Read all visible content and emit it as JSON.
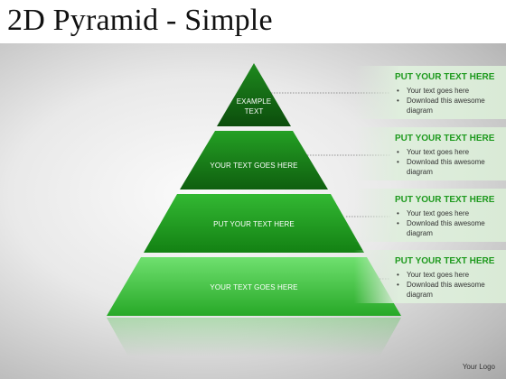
{
  "title": "2D Pyramid - Simple",
  "tiers": [
    {
      "label_line1": "EXAMPLE",
      "label_line2": "TEXT"
    },
    {
      "label": "YOUR TEXT GOES HERE"
    },
    {
      "label": "PUT YOUR TEXT HERE"
    },
    {
      "label": "YOUR TEXT GOES HERE"
    }
  ],
  "panels": [
    {
      "heading": "PUT YOUR TEXT HERE",
      "bullets": [
        "Your text goes here",
        "Download this awesome diagram"
      ]
    },
    {
      "heading": "PUT YOUR TEXT HERE",
      "bullets": [
        "Your text goes here",
        "Download this awesome diagram"
      ]
    },
    {
      "heading": "PUT YOUR TEXT HERE",
      "bullets": [
        "Your text goes here",
        "Download this awesome diagram"
      ]
    },
    {
      "heading": "PUT YOUR TEXT HERE",
      "bullets": [
        "Your text goes here",
        "Download this awesome diagram"
      ]
    }
  ],
  "logo": "Your Logo",
  "colors": {
    "accent": "#1f9a1f",
    "tier_light": "#5fd65f",
    "tier_dark": "#0a5c0a"
  }
}
